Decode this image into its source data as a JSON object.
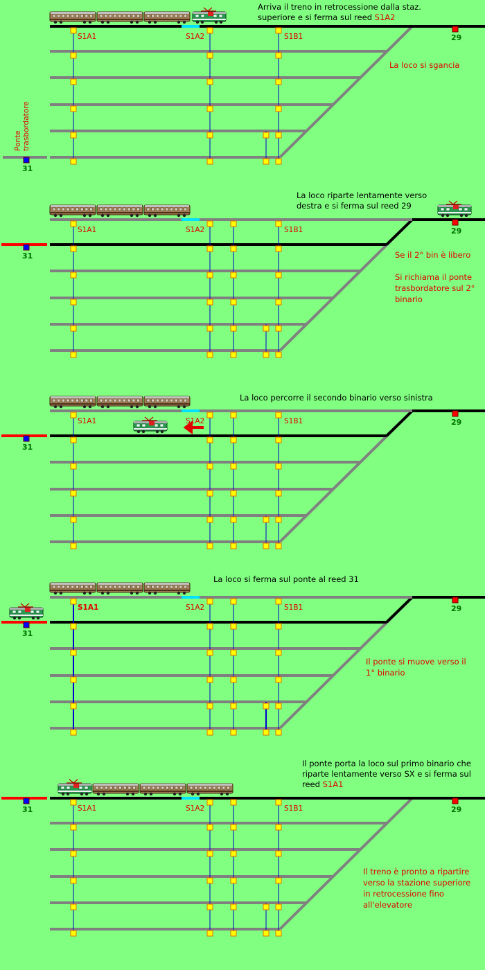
{
  "diagram": {
    "background": "#80ff80",
    "colors": {
      "active_track": "#000000",
      "storage_track": "#808080",
      "bridge": "#ff0000",
      "sensor_line": "#0000cc",
      "reed_fill": "#ffff00",
      "reed_stroke": "#e07000",
      "reed_29": "#ff0000",
      "reed_31": "#0000ff",
      "reed_s1a2_segment": "#00e0ff",
      "label": "#e00000",
      "number": "#007000"
    },
    "side_label": [
      "Ponte",
      "trasbordatore"
    ],
    "numbers": {
      "reed_29": "29",
      "reed_31": "31"
    },
    "reed_labels": {
      "s1a1": "S1A1",
      "s1a2": "S1A2",
      "s1b1": "S1B1"
    },
    "panels": [
      {
        "id": "step-1",
        "caption": [
          [
            {
              "t": "Arriva il treno in retrocessione dalla staz."
            }
          ],
          [
            {
              "t": "superiore e si ferma sul reed "
            },
            {
              "t": "S1A2",
              "red": true
            }
          ]
        ],
        "notes": [
          "La loco si sgancia"
        ]
      },
      {
        "id": "step-2",
        "caption": [
          [
            {
              "t": "La loco riparte lentamente verso"
            }
          ],
          [
            {
              "t": "destra e si ferma sul reed 29"
            }
          ]
        ],
        "notes": [
          "Se il 2° bin è libero",
          "",
          "Si richiama il ponte",
          "trasbordatore sul 2°",
          "binario"
        ]
      },
      {
        "id": "step-3",
        "caption": [
          [
            {
              "t": "La loco percorre il secondo binario verso sinistra"
            }
          ]
        ],
        "notes": []
      },
      {
        "id": "step-4",
        "caption": [
          [
            {
              "t": "La loco si ferma sul ponte al reed 31"
            }
          ]
        ],
        "notes": [
          "Il ponte si muove verso il",
          "1° binario"
        ]
      },
      {
        "id": "step-5",
        "caption": [
          [
            {
              "t": "Il ponte porta la loco sul primo binario che"
            }
          ],
          [
            {
              "t": "riparte lentamente verso SX e si ferma sul"
            }
          ],
          [
            {
              "t": "reed "
            },
            {
              "t": "S1A1",
              "red": true
            }
          ]
        ],
        "notes": [
          "Il treno è pronto a ripartire",
          "verso la stazione superiore",
          "in retrocessione fino",
          "all'elevatore"
        ]
      }
    ]
  }
}
